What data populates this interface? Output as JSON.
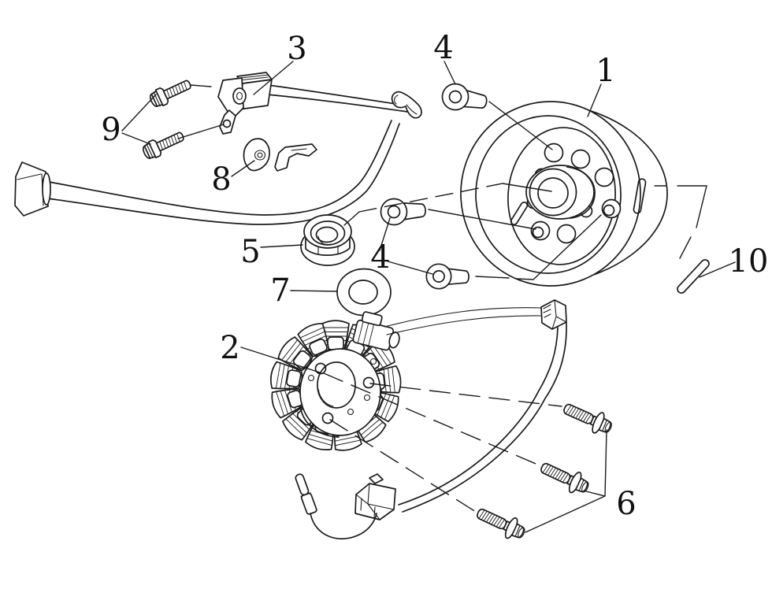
{
  "diagram": {
    "type": "exploded-parts-diagram",
    "subject": "magneto-flywheel-and-stator-assembly",
    "background_color": "#ffffff",
    "line_color": "#1b1b1b",
    "callouts": [
      {
        "id": "1",
        "name": "flywheel-rotor"
      },
      {
        "id": "2",
        "name": "stator-coil-assembly"
      },
      {
        "id": "3",
        "name": "pickup-coil-sensor"
      },
      {
        "id": "4",
        "name": "socket-head-bolt-top"
      },
      {
        "id": "4",
        "name": "socket-head-bolt-pair"
      },
      {
        "id": "5",
        "name": "flange-nut"
      },
      {
        "id": "6",
        "name": "stator-flange-bolts"
      },
      {
        "id": "7",
        "name": "washer"
      },
      {
        "id": "8",
        "name": "wire-grommet-clip"
      },
      {
        "id": "9",
        "name": "sensor-mounting-bolts"
      },
      {
        "id": "10",
        "name": "dowel-pin"
      }
    ]
  }
}
